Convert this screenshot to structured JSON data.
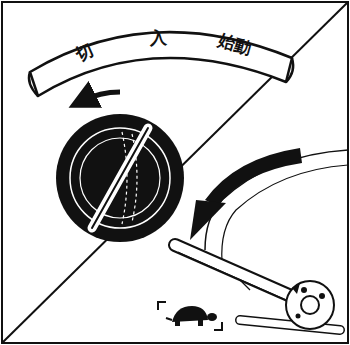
{
  "diagram": {
    "labels": [
      "切",
      "入",
      "始動"
    ]
  }
}
